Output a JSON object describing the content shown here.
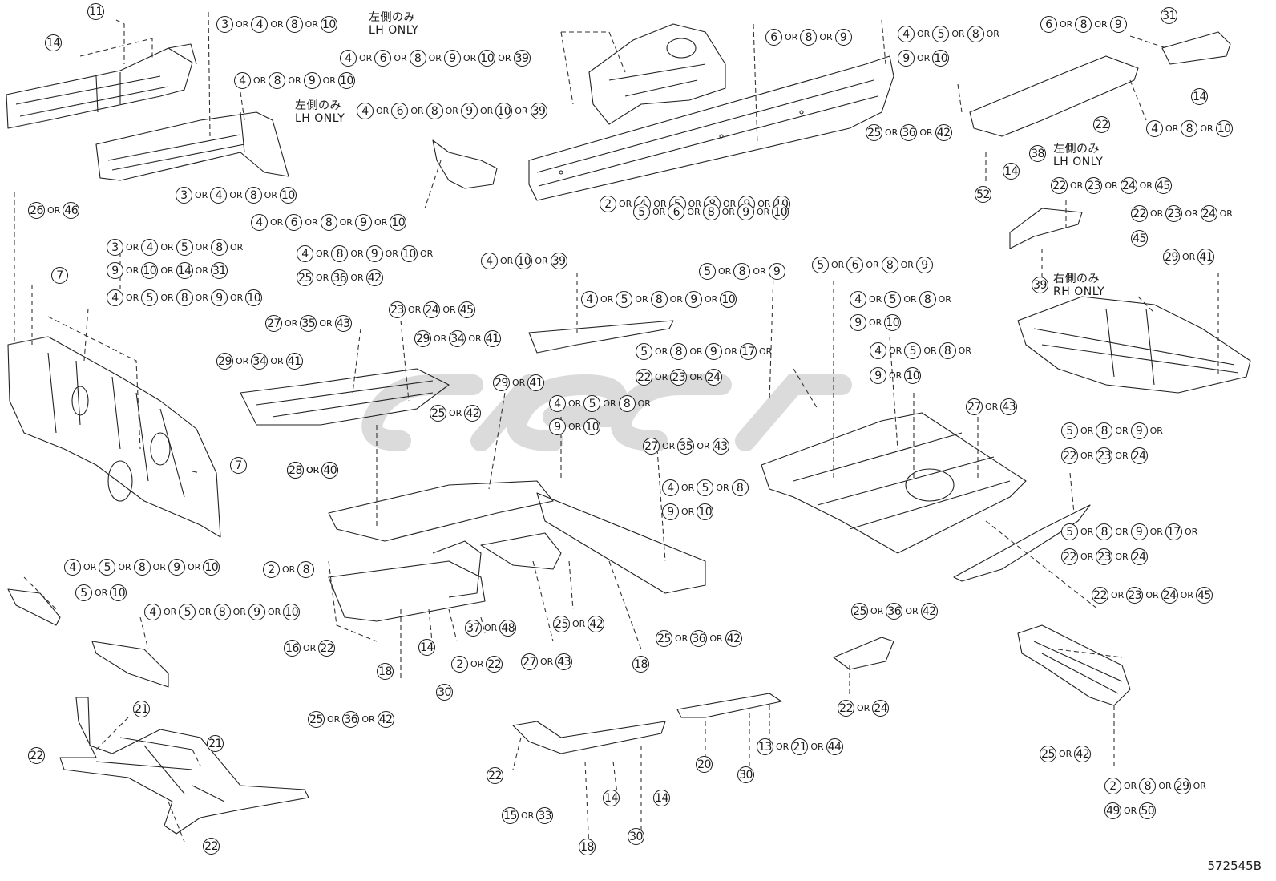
{
  "figure_id": "572545B",
  "or_word": "OR",
  "notes": {
    "lh_only_jp": "左側のみ",
    "lh_only_en": "LH ONLY",
    "rh_only_jp": "右側のみ",
    "rh_only_en": "RH ONLY"
  },
  "callouts": [
    {
      "nums": [
        "11"
      ],
      "trail": false
    },
    {
      "nums": [
        "14"
      ],
      "trail": false
    },
    {
      "nums": [
        "3",
        "4",
        "8",
        "10"
      ],
      "trail": false
    },
    {
      "nums": [
        "4",
        "6",
        "8",
        "9",
        "10",
        "39"
      ],
      "trail": false
    },
    {
      "nums": [
        "4",
        "8",
        "9",
        "10"
      ],
      "trail": false
    },
    {
      "nums": [
        "4",
        "6",
        "8",
        "9",
        "10",
        "39"
      ],
      "trail": false
    },
    {
      "nums": [
        "3",
        "4",
        "8",
        "10"
      ],
      "trail": false
    },
    {
      "nums": [
        "4",
        "6",
        "8",
        "9",
        "10"
      ],
      "trail": false
    },
    {
      "nums": [
        "3",
        "4",
        "5",
        "8"
      ],
      "trail": true
    },
    {
      "nums": [
        "9",
        "10",
        "14",
        "31"
      ],
      "trail": false
    },
    {
      "nums": [
        "4",
        "8",
        "9",
        "10"
      ],
      "trail": true
    },
    {
      "nums": [
        "25",
        "36",
        "42"
      ],
      "trail": false
    },
    {
      "nums": [
        "4",
        "5",
        "8",
        "9",
        "10"
      ],
      "trail": false
    },
    {
      "nums": [
        "26",
        "46"
      ],
      "trail": false
    },
    {
      "nums": [
        "7"
      ],
      "trail": false
    },
    {
      "nums": [
        "7"
      ],
      "trail": false
    },
    {
      "nums": [
        "28",
        "40"
      ],
      "trail": false
    },
    {
      "nums": [
        "6",
        "8",
        "9"
      ],
      "trail": false
    },
    {
      "nums": [
        "4",
        "5",
        "8"
      ],
      "trail": true
    },
    {
      "nums": [
        "9",
        "10"
      ],
      "trail": false
    },
    {
      "nums": [
        "25",
        "36",
        "42"
      ],
      "trail": false
    },
    {
      "nums": [
        "2",
        "4",
        "5",
        "8",
        "9",
        "10"
      ],
      "trail": false
    },
    {
      "nums": [
        "5",
        "6",
        "8",
        "9",
        "10"
      ],
      "trail": false
    },
    {
      "nums": [
        "6",
        "8",
        "9"
      ],
      "trail": false
    },
    {
      "nums": [
        "31"
      ],
      "trail": false
    },
    {
      "nums": [
        "14"
      ],
      "trail": false
    },
    {
      "nums": [
        "22"
      ],
      "trail": false
    },
    {
      "nums": [
        "4",
        "8",
        "10"
      ],
      "trail": false
    },
    {
      "nums": [
        "38"
      ],
      "trail": false
    },
    {
      "nums": [
        "14"
      ],
      "trail": false
    },
    {
      "nums": [
        "52"
      ],
      "trail": false
    },
    {
      "nums": [
        "22",
        "23",
        "24",
        "45"
      ],
      "trail": false
    },
    {
      "nums": [
        "22",
        "23",
        "24"
      ],
      "trail": true
    },
    {
      "nums": [
        "45"
      ],
      "trail": false
    },
    {
      "nums": [
        "29",
        "41"
      ],
      "trail": false
    },
    {
      "nums": [
        "39"
      ],
      "trail": false
    },
    {
      "nums": [
        "4",
        "10",
        "39"
      ],
      "trail": false
    },
    {
      "nums": [
        "4",
        "5",
        "8",
        "9",
        "10"
      ],
      "trail": false
    },
    {
      "nums": [
        "5",
        "8",
        "9"
      ],
      "trail": false
    },
    {
      "nums": [
        "5",
        "6",
        "8",
        "9"
      ],
      "trail": false
    },
    {
      "nums": [
        "4",
        "5",
        "8"
      ],
      "trail": true
    },
    {
      "nums": [
        "9",
        "10"
      ],
      "trail": false
    },
    {
      "nums": [
        "27",
        "35",
        "43"
      ],
      "trail": false
    },
    {
      "nums": [
        "23",
        "24",
        "45"
      ],
      "trail": false
    },
    {
      "nums": [
        "29",
        "34",
        "41"
      ],
      "trail": false
    },
    {
      "nums": [
        "29",
        "34",
        "41"
      ],
      "trail": false
    },
    {
      "nums": [
        "25",
        "42"
      ],
      "trail": false
    },
    {
      "nums": [
        "29",
        "41"
      ],
      "trail": false
    },
    {
      "nums": [
        "28",
        "40"
      ],
      "trail": false
    },
    {
      "nums": [
        "5",
        "8",
        "9",
        "17"
      ],
      "trail": true
    },
    {
      "nums": [
        "22",
        "23",
        "24"
      ],
      "trail": false
    },
    {
      "nums": [
        "4",
        "5",
        "8"
      ],
      "trail": true
    },
    {
      "nums": [
        "9",
        "10"
      ],
      "trail": false
    },
    {
      "nums": [
        "27",
        "43"
      ],
      "trail": false
    },
    {
      "nums": [
        "4",
        "5",
        "8"
      ],
      "trail": true
    },
    {
      "nums": [
        "9",
        "10"
      ],
      "trail": false
    },
    {
      "nums": [
        "27",
        "35",
        "43"
      ],
      "trail": false
    },
    {
      "nums": [
        "4",
        "5",
        "8"
      ],
      "trail": false
    },
    {
      "nums": [
        "9",
        "10"
      ],
      "trail": false
    },
    {
      "nums": [
        "5",
        "8",
        "9"
      ],
      "trail": true
    },
    {
      "nums": [
        "22",
        "23",
        "24"
      ],
      "trail": false
    },
    {
      "nums": [
        "5",
        "8",
        "9",
        "17"
      ],
      "trail": true
    },
    {
      "nums": [
        "22",
        "23",
        "24"
      ],
      "trail": false
    },
    {
      "nums": [
        "22",
        "23",
        "24",
        "45"
      ],
      "trail": false
    },
    {
      "nums": [
        "4",
        "5",
        "8",
        "9",
        "10"
      ],
      "trail": false
    },
    {
      "nums": [
        "5",
        "10"
      ],
      "trail": false
    },
    {
      "nums": [
        "2",
        "8"
      ],
      "trail": false
    },
    {
      "nums": [
        "4",
        "5",
        "8",
        "9",
        "10"
      ],
      "trail": false
    },
    {
      "nums": [
        "16",
        "22"
      ],
      "trail": false
    },
    {
      "nums": [
        "18"
      ],
      "trail": false
    },
    {
      "nums": [
        "14"
      ],
      "trail": false
    },
    {
      "nums": [
        "37",
        "48"
      ],
      "trail": false
    },
    {
      "nums": [
        "2",
        "22"
      ],
      "trail": false
    },
    {
      "nums": [
        "30"
      ],
      "trail": false
    },
    {
      "nums": [
        "25",
        "42"
      ],
      "trail": false
    },
    {
      "nums": [
        "27",
        "43"
      ],
      "trail": false
    },
    {
      "nums": [
        "25",
        "36",
        "42"
      ],
      "trail": false
    },
    {
      "nums": [
        "18"
      ],
      "trail": false
    },
    {
      "nums": [
        "25",
        "36",
        "42"
      ],
      "trail": false
    },
    {
      "nums": [
        "25",
        "36",
        "42"
      ],
      "trail": false
    },
    {
      "nums": [
        "22",
        "24"
      ],
      "trail": false
    },
    {
      "nums": [
        "25",
        "42"
      ],
      "trail": false
    },
    {
      "nums": [
        "2",
        "8",
        "29"
      ],
      "trail": true
    },
    {
      "nums": [
        "49",
        "50"
      ],
      "trail": false
    },
    {
      "nums": [
        "21"
      ],
      "trail": false
    },
    {
      "nums": [
        "21"
      ],
      "trail": false
    },
    {
      "nums": [
        "22"
      ],
      "trail": false
    },
    {
      "nums": [
        "22"
      ],
      "trail": false
    },
    {
      "nums": [
        "22"
      ],
      "trail": false
    },
    {
      "nums": [
        "15",
        "33"
      ],
      "trail": false
    },
    {
      "nums": [
        "14"
      ],
      "trail": false
    },
    {
      "nums": [
        "14"
      ],
      "trail": false
    },
    {
      "nums": [
        "18"
      ],
      "trail": false
    },
    {
      "nums": [
        "30"
      ],
      "trail": false
    },
    {
      "nums": [
        "20"
      ],
      "trail": false
    },
    {
      "nums": [
        "30"
      ],
      "trail": false
    },
    {
      "nums": [
        "13",
        "21",
        "44"
      ],
      "trail": false
    }
  ]
}
